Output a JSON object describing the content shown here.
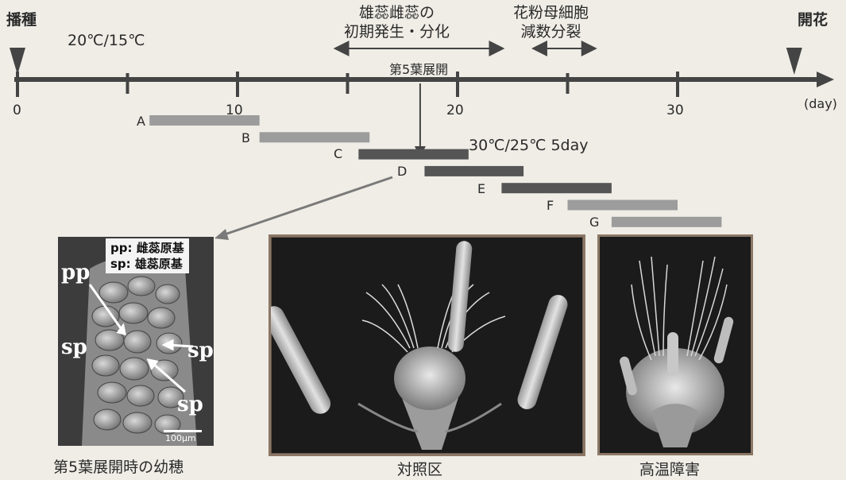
{
  "timeline": {
    "start_label": "播種",
    "end_label": "開花",
    "temp_label": "20℃/15℃",
    "unit_label": "(day)",
    "ticks": [
      {
        "label": "0",
        "day": 0
      },
      {
        "label": "10",
        "day": 10
      },
      {
        "label": "20",
        "day": 20
      },
      {
        "label": "30",
        "day": 30
      }
    ],
    "minor_ticks": [
      5,
      15,
      25
    ],
    "sow_day": 0,
    "bloom_day": 35.3,
    "stage1_label": "雄蕊雌蕊の\n初期発生・分化",
    "stage1_range": [
      14.5,
      22.0
    ],
    "stage2_label": "花粉母細胞\n減数分裂",
    "stage2_range": [
      23.5,
      26.2
    ],
    "leaf5_label": "第5葉展開",
    "leaf5_day": 18.3,
    "heat_label": "30℃/25℃ 5day"
  },
  "treatments": [
    {
      "label": "A",
      "start": 6.0,
      "end": 11.0,
      "color": "#9c9c9c"
    },
    {
      "label": "B",
      "start": 11.0,
      "end": 16.0,
      "color": "#9c9c9c"
    },
    {
      "label": "C",
      "start": 15.5,
      "end": 20.5,
      "color": "#555555"
    },
    {
      "label": "D",
      "start": 18.5,
      "end": 23.0,
      "color": "#555555"
    },
    {
      "label": "E",
      "start": 22.0,
      "end": 27.0,
      "color": "#555555"
    },
    {
      "label": "F",
      "start": 25.0,
      "end": 30.0,
      "color": "#9c9c9c"
    },
    {
      "label": "G",
      "start": 27.0,
      "end": 32.0,
      "color": "#9c9c9c"
    }
  ],
  "panels": {
    "left_caption": "第5葉展開時の幼穂",
    "mid_caption": "対照区",
    "right_caption": "高温障害",
    "legend_pp": "pp: 雌蕊原基",
    "legend_sp": "sp: 雄蕊原基",
    "sem_pp": "pp",
    "sem_sp1": "sp",
    "sem_sp2": "sp",
    "sem_sp3": "sp",
    "scale": "100μm"
  }
}
